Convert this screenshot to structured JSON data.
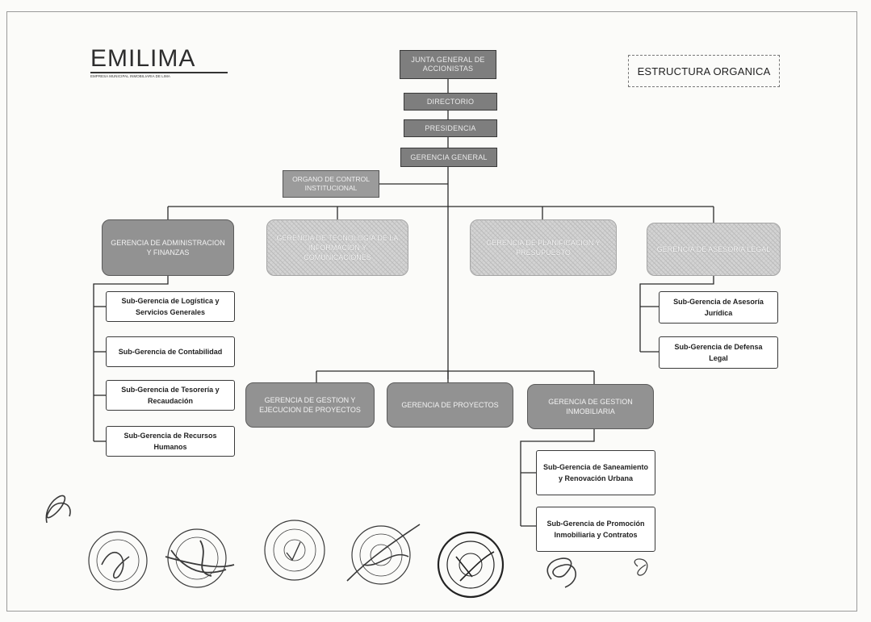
{
  "logo": {
    "word": "EMILIMA",
    "tagline": "EMPRESA MUNICIPAL INMOBILIARIA DE LIMA"
  },
  "title": "ESTRUCTURA ORGANICA",
  "nodes": {
    "junta": "JUNTA GENERAL DE ACCIONISTAS",
    "directorio": "DIRECTORIO",
    "presidencia": "PRESIDENCIA",
    "gerencia_general": "GERENCIA GENERAL",
    "control": "ORGANO DE CONTROL INSTITUCIONAL",
    "adm_finanzas": "GERENCIA DE ADMINISTRACION Y FINANZAS",
    "sistemas": "GERENCIA DE TECNOLOGIA DE LA INFORMACION Y COMUNICACIONES",
    "planeamiento": "GERENCIA DE PLANIFICACION Y PRESUPUESTO",
    "asesoria": "GERENCIA DE ASESORIA LEGAL",
    "gestion_proyectos": "GERENCIA DE GESTION Y EJECUCION DE PROYECTOS",
    "proyectos": "GERENCIA DE PROYECTOS",
    "gestion_inmobiliaria": "GERENCIA DE GESTION INMOBILIARIA"
  },
  "subs": {
    "logistica": "Sub-Gerencia de Logística y Servicios Generales",
    "contabilidad": "Sub-Gerencia de Contabilidad",
    "tesoreria": "Sub-Gerencia de Tesorería y Recaudación",
    "rrhh": "Sub-Gerencia de Recursos Humanos",
    "asesoria_juridica": "Sub-Gerencia de Asesoría Jurídica",
    "defensa_legal": "Sub-Gerencia de Defensa Legal",
    "saneamiento": "Sub-Gerencia de Saneamiento y Renovación Urbana",
    "promocion": "Sub-Gerencia de Promoción Inmobiliaria y Contratos"
  }
}
